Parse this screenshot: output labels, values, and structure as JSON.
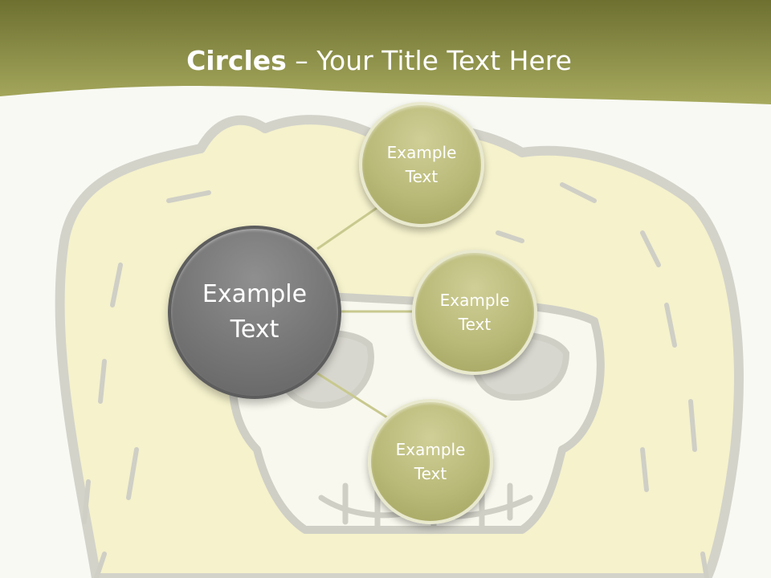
{
  "title": {
    "bold": "Circles",
    "rest": " – Your Title Text Here"
  },
  "diagram": {
    "center": {
      "label": "Example Text"
    },
    "satellites": [
      {
        "label": "Example Text"
      },
      {
        "label": "Example Text"
      },
      {
        "label": "Example Text"
      }
    ]
  },
  "colors": {
    "header": "#7e8236",
    "main_circle": "#7a7a7a",
    "satellite_circle": "#b9b978",
    "connector": "#c8c98e",
    "background_art_fill": "#f4f1c4",
    "background_art_stroke": "#c8c8c0"
  }
}
